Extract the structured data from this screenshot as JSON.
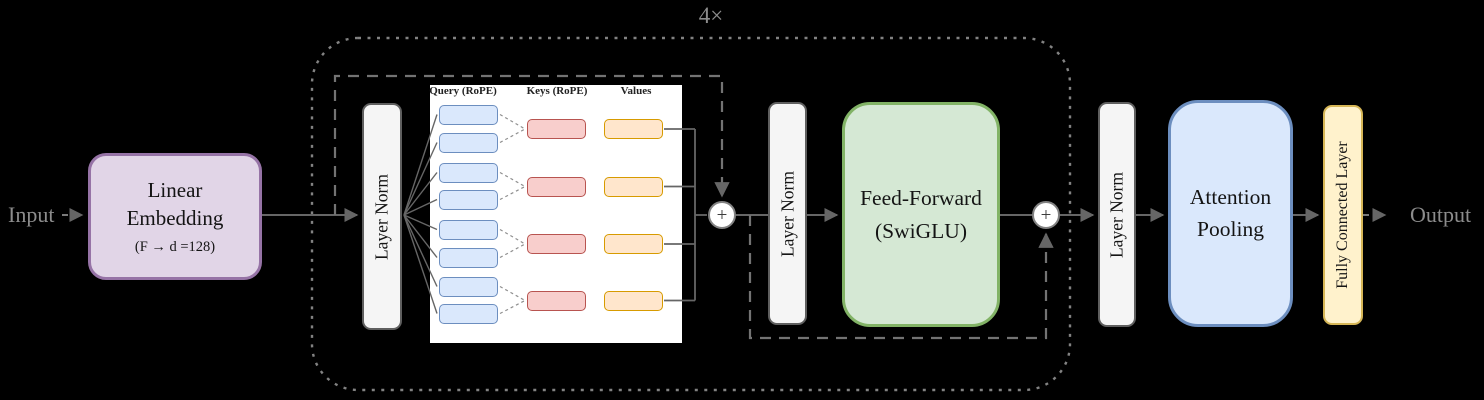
{
  "loop": {
    "label": "4×"
  },
  "io": {
    "input": "Input",
    "output": "Output"
  },
  "nodes": {
    "linear_embedding": {
      "title": "Linear Embedding",
      "subtitle": "(F → d =128)"
    },
    "layer_norm_1": {
      "label": "Layer Norm"
    },
    "layer_norm_2": {
      "label": "Layer Norm"
    },
    "layer_norm_3": {
      "label": "Layer Norm"
    },
    "feed_forward": {
      "label": "Feed-Forward (SwiGLU)"
    },
    "attention_pooling": {
      "label": "Attention Pooling"
    },
    "fully_connected": {
      "label": "Fully Connected Layer"
    },
    "residual_add": {
      "symbol": "+"
    },
    "attention": {
      "headers": [
        "Query (RoPE)",
        "Keys (RoPE)",
        "Values"
      ],
      "query_count": 8,
      "key_count": 4,
      "value_count": 4
    }
  },
  "palette": {
    "background": "#000000",
    "embedding_fill": "#e1d5e7",
    "embedding_border": "#9673a6",
    "layernorm_fill": "#f5f5f5",
    "layernorm_border": "#5f5f5f",
    "feedforward_fill": "#d5e8d4",
    "feedforward_border": "#82b366",
    "pooling_fill": "#dae8fc",
    "pooling_border": "#6c8ebf",
    "fully_connected_fill": "#fff2cc",
    "fully_connected_border": "#d6b656",
    "query_fill": "#dae8fc",
    "query_border": "#6c8ebf",
    "key_fill": "#f8cecc",
    "key_border": "#b85450",
    "value_fill": "#ffe6cc",
    "value_border": "#d79b00",
    "line_gray": "#666666",
    "muted_text": "#8c8c8c"
  }
}
